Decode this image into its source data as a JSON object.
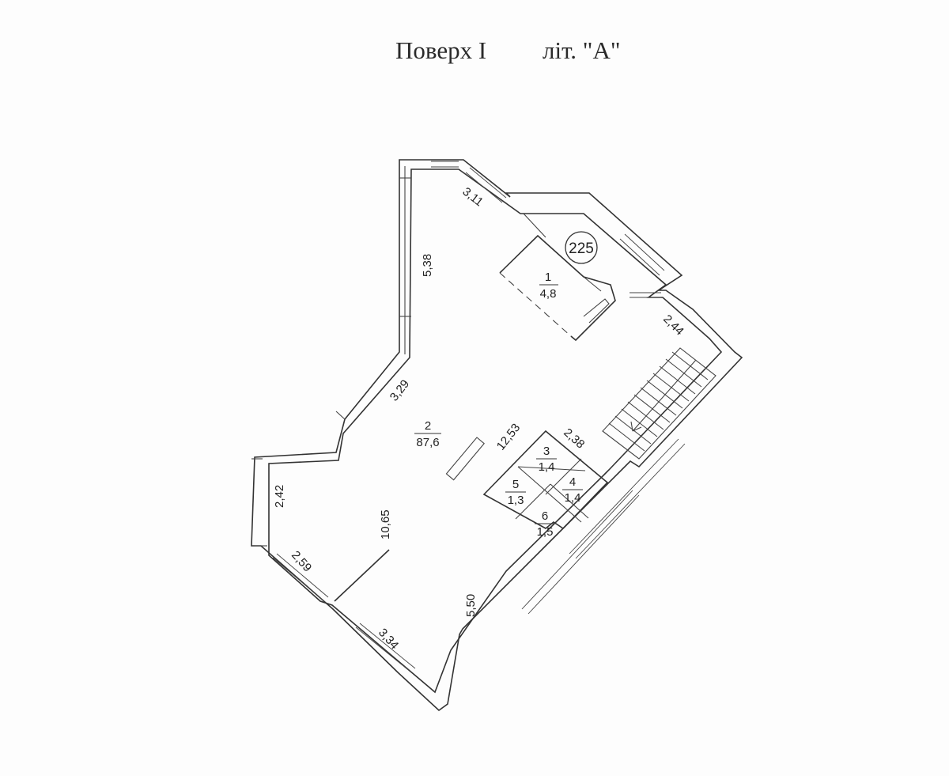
{
  "header": {
    "floor_label": "Поверх  I",
    "liter_label": "літ. \"А\""
  },
  "plan": {
    "building_number": "225",
    "rooms": [
      {
        "number": "1",
        "area": "4,8"
      },
      {
        "number": "2",
        "area": "87,6"
      },
      {
        "number": "3",
        "area": "1,4"
      },
      {
        "number": "4",
        "area": "1,4"
      },
      {
        "number": "5",
        "area": "1,3"
      },
      {
        "number": "6",
        "area": "1,5"
      }
    ],
    "dimensions": [
      "3,11",
      "5,38",
      "3,29",
      "2,44",
      "12,53",
      "2,38",
      "2,42",
      "10,65",
      "2,59",
      "5,50",
      "3,34"
    ]
  }
}
